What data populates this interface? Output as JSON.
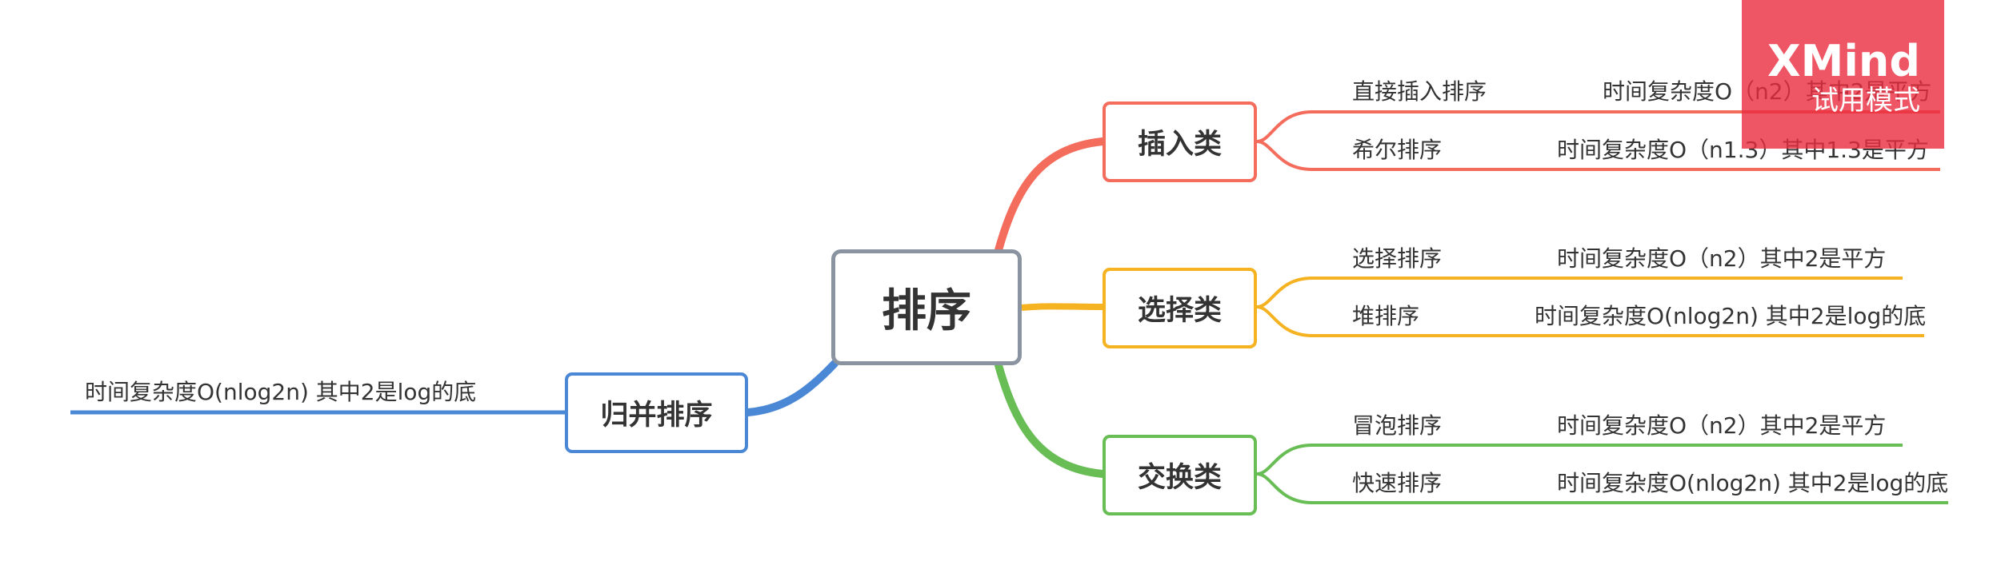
{
  "root": "排序",
  "colors": {
    "insert": "#f36c5c",
    "select": "#f5b221",
    "swap": "#68be55",
    "merge": "#4a88d6",
    "root_border": "#8a94a0"
  },
  "branches": {
    "insert": {
      "label": "插入类",
      "items": [
        {
          "name": "直接插入排序",
          "note": "时间复杂度O（n2）其中2是平方"
        },
        {
          "name": "希尔排序",
          "note": "时间复杂度O（n1.3）其中1.3是平方"
        }
      ]
    },
    "select": {
      "label": "选择类",
      "items": [
        {
          "name": "选择排序",
          "note": "时间复杂度O（n2）其中2是平方"
        },
        {
          "name": "堆排序",
          "note": "时间复杂度O(nlog2n) 其中2是log的底"
        }
      ]
    },
    "swap": {
      "label": "交换类",
      "items": [
        {
          "name": "冒泡排序",
          "note": "时间复杂度O（n2）其中2是平方"
        },
        {
          "name": "快速排序",
          "note": "时间复杂度O(nlog2n) 其中2是log的底"
        }
      ]
    },
    "merge": {
      "label": "归并排序",
      "note": "时间复杂度O(nlog2n) 其中2是log的底"
    }
  },
  "watermark": {
    "title": "XMind",
    "subtitle": "试用模式"
  }
}
